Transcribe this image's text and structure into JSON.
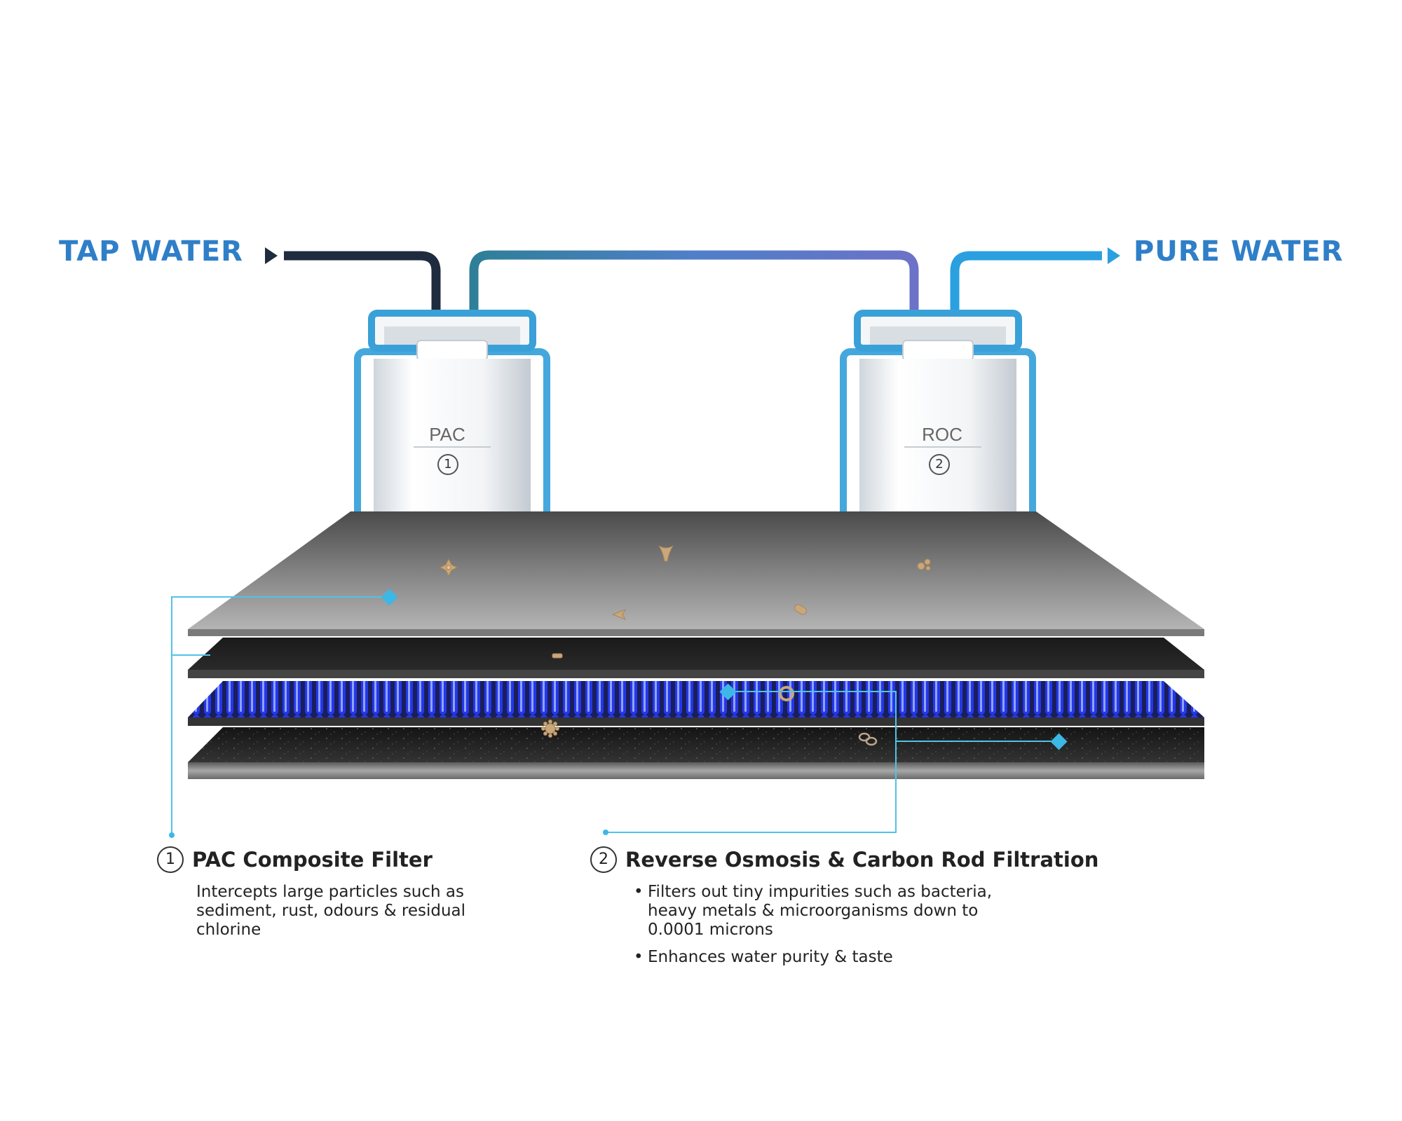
{
  "flow": {
    "inlet_label": "TAP WATER",
    "outlet_label": "PURE WATER"
  },
  "cartridges": [
    {
      "name": "PAC",
      "number": "1"
    },
    {
      "name": "ROC",
      "number": "2"
    }
  ],
  "filters": [
    {
      "number": "1",
      "title": "PAC Composite Filter",
      "description": "Intercepts large particles such as sediment, rust, odours & residual chlorine"
    },
    {
      "number": "2",
      "title": "Reverse Osmosis & Carbon Rod Filtration",
      "points": [
        "Filters out tiny impurities such as bacteria, heavy metals & microorganisms down to 0.0001 microns",
        "Enhances water purity & taste"
      ]
    }
  ],
  "colors": {
    "label_blue": "#2f7fc8",
    "pipe_dark": "#1f2b3e",
    "pipe_teal": "#2f7f98",
    "pipe_purple": "#6c72c8",
    "pipe_bright": "#2aa0e0",
    "leader_line": "#4fc3e8",
    "marker": "#3cb7e6",
    "membrane_blue": "#2438e8"
  }
}
